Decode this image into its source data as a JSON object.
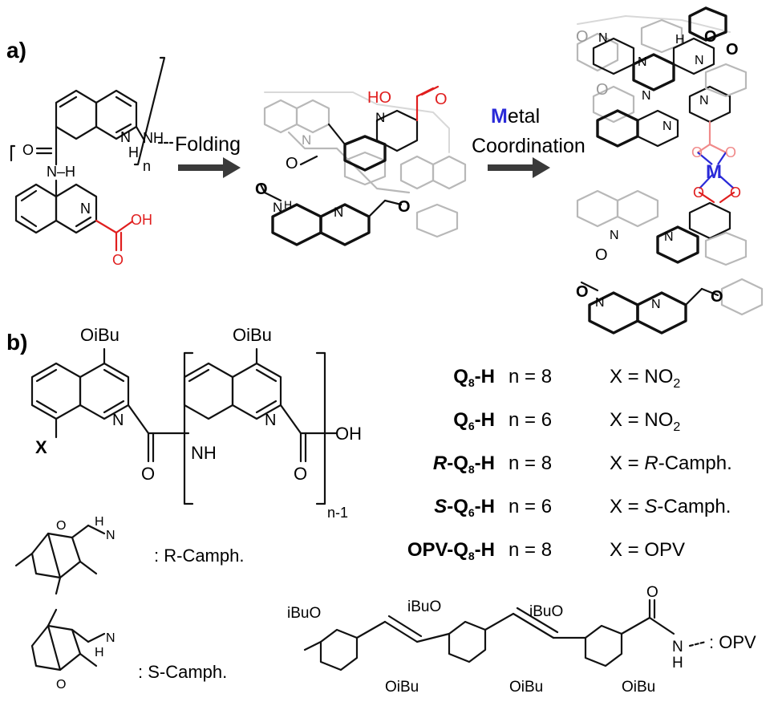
{
  "panel_labels": {
    "a": "a)",
    "b": "b)"
  },
  "panel_a": {
    "monomer": {
      "nh": "NH",
      "n_ring": "N",
      "h": "H",
      "nh_bottom": "N–H",
      "o": "O",
      "oh": "OH",
      "n_sub": "n",
      "n_ring2": "N"
    },
    "step1_label": "Folding",
    "step2_initial": "M",
    "step2_label_rest": "etal",
    "step2_label_line2": "Coordination",
    "helix_atoms": {
      "ho": "HO",
      "o": "O",
      "n": "N",
      "h": "H"
    },
    "metal": "M"
  },
  "panel_b": {
    "substituent_top": "OiBu",
    "x_label": "X",
    "nh": "NH",
    "oh": "OH",
    "o": "O",
    "subscript": "n-1",
    "table": [
      {
        "name_main": "Q",
        "name_sub": "8",
        "name_suffix": "-H",
        "prefix": "",
        "n": "n = 8",
        "x_main": "X = NO",
        "x_sub": "2",
        "x_italic": "",
        "x_tail": ""
      },
      {
        "name_main": "Q",
        "name_sub": "6",
        "name_suffix": "-H",
        "prefix": "",
        "n": "n = 6",
        "x_main": "X = NO",
        "x_sub": "2",
        "x_italic": "",
        "x_tail": ""
      },
      {
        "name_main": "Q",
        "name_sub": "8",
        "name_suffix": "-H",
        "prefix": "R-",
        "n": "n = 8",
        "x_main": "X = ",
        "x_sub": "",
        "x_italic": "R",
        "x_tail": "-Camph."
      },
      {
        "name_main": "Q",
        "name_sub": "6",
        "name_suffix": "-H",
        "prefix": "S-",
        "n": "n = 6",
        "x_main": "X = ",
        "x_sub": "",
        "x_italic": "S",
        "x_tail": "-Camph."
      },
      {
        "name_main": "OPV-Q",
        "name_sub": "8",
        "name_suffix": "-H",
        "prefix": "",
        "n": "n = 8",
        "x_main": "X = OPV",
        "x_sub": "",
        "x_italic": "",
        "x_tail": ""
      }
    ],
    "r_camph": ": R-Camph.",
    "s_camph": ": S-Camph.",
    "opv": ": OPV",
    "opv_sub": [
      "iBuO",
      "iBuO",
      "iBuO",
      "OiBu",
      "OiBu",
      "OiBu"
    ],
    "camph_atoms": {
      "o": "O",
      "h": "H",
      "n": "N"
    }
  },
  "colors": {
    "red": "#e01e1e",
    "blue": "#2a2ad8",
    "gray": "#b8b8b8",
    "black": "#111111"
  }
}
